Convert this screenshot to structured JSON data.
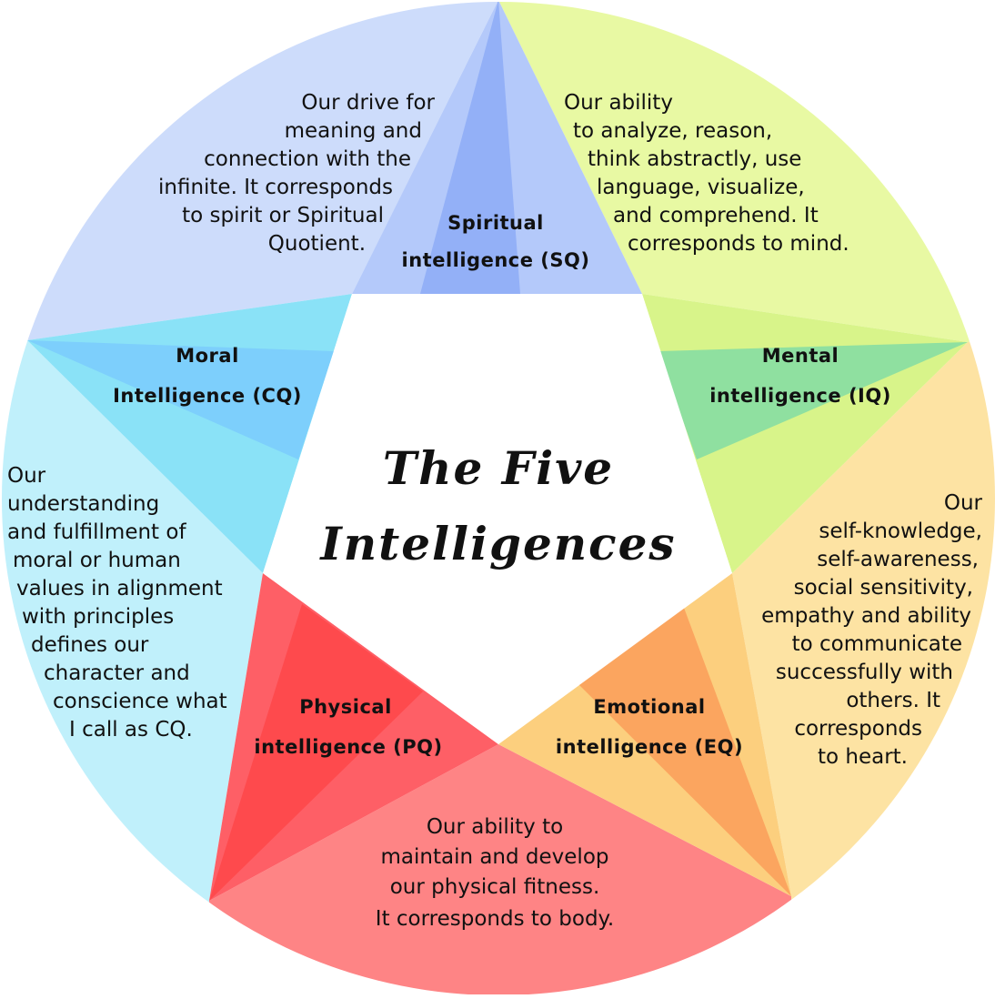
{
  "title": [
    "The Five",
    "Intelligences"
  ],
  "intelligences": {
    "spiritual": {
      "label": [
        "Spiritual",
        "intelligence (SQ)"
      ],
      "description": [
        "Our drive for",
        "meaning and",
        "connection with the",
        "infinite. It corresponds",
        "to spirit or Spiritual",
        "Quotient."
      ],
      "colors": {
        "outer": "#cddcfb",
        "mid": "#b4c9fa",
        "inner": "#93b0f7"
      }
    },
    "mental": {
      "label": [
        "Mental",
        "intelligence (IQ)"
      ],
      "description": [
        "Our ability",
        "to analyze, reason,",
        "think abstractly, use",
        "language, visualize,",
        "and comprehend. It",
        "corresponds to mind."
      ],
      "colors": {
        "outer": "#e8f9a3",
        "mid": "#d8f48a",
        "inner": "#8fe0a0"
      }
    },
    "emotional": {
      "label": [
        "Emotional",
        "intelligence (EQ)"
      ],
      "description": [
        "Our",
        "self-knowledge,",
        "self-awareness,",
        "social sensitivity,",
        "empathy and ability",
        "to communicate",
        "successfully with",
        "others. It",
        "corresponds",
        "to heart."
      ],
      "colors": {
        "outer": "#fde3a3",
        "mid": "#fccf7e",
        "inner": "#fba55f"
      }
    },
    "physical": {
      "label": [
        "Physical",
        "intelligence (PQ)"
      ],
      "description": [
        "Our ability to",
        "maintain and develop",
        "our physical fitness.",
        "It corresponds to body."
      ],
      "colors": {
        "outer": "#fe8485",
        "mid": "#fe5f66",
        "inner": "#fe4a4d"
      }
    },
    "moral": {
      "label": [
        "Moral",
        "Intelligence (CQ)"
      ],
      "description": [
        "Our",
        "understanding",
        "and fulfillment of",
        "moral or human",
        "values in alignment",
        "with principles",
        "defines our",
        "character and",
        "conscience what",
        "I call as CQ."
      ],
      "colors": {
        "outer": "#c0f0fb",
        "mid": "#8ae2f7",
        "inner": "#7dcffc"
      }
    }
  }
}
